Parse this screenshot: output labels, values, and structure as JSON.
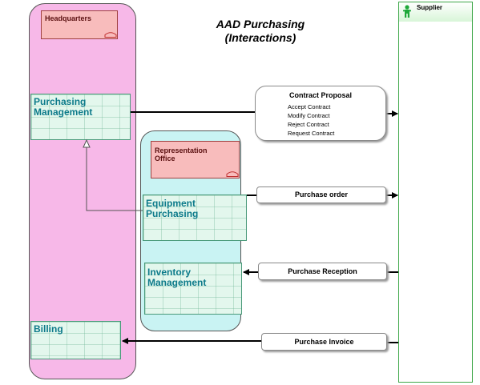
{
  "title": {
    "line1": "AAD Purchasing",
    "line2": "(Interactions)"
  },
  "lanes": {
    "headquarters": "Headquarters",
    "representation_office": "Representation Office",
    "supplier": "Supplier"
  },
  "functions": {
    "purchasing_management": "Purchasing Management",
    "equipment_purchasing": "Equipment Purchasing",
    "inventory_management": "Inventory Management",
    "billing": "Billing"
  },
  "messages": {
    "contract_proposal": {
      "title": "Contract Proposal",
      "items": [
        "Accept Contract",
        "Modify Contract",
        "Reject Contract",
        "Request Contract"
      ]
    },
    "purchase_order": "Purchase order",
    "purchase_reception": "Purchase Reception",
    "purchase_invoice": "Purchase Invoice"
  },
  "colors": {
    "headquarters_lane": "#f7b8e8",
    "representation_lane": "#c9f3f3",
    "org_unit": "#f8bcbc",
    "function_text": "#0c7a8a",
    "supplier_border": "#3fa84a"
  },
  "icons": {
    "supplier": "person-icon",
    "org_unit": "org-unit-icon"
  }
}
